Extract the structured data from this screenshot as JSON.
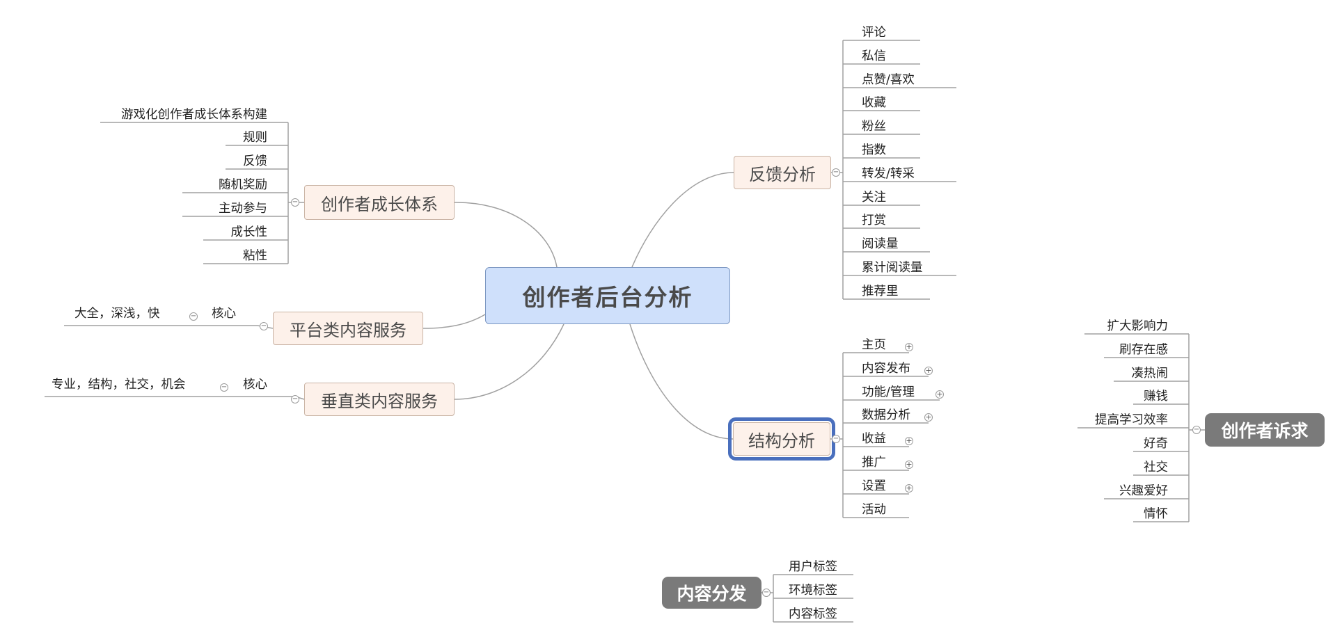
{
  "root": {
    "label": "创作者后台分析"
  },
  "branches": {
    "growth": {
      "label": "创作者成长体系",
      "children": [
        "游戏化创作者成长体系构建",
        "规则",
        "反馈",
        "随机奖励",
        "主动参与",
        "成长性",
        "粘性"
      ]
    },
    "platform": {
      "label": "平台类内容服务",
      "child": "核心",
      "grandchild": "大全，深浅，快"
    },
    "vertical": {
      "label": "垂直类内容服务",
      "child": "核心",
      "grandchild": "专业，结构，社交，机会"
    },
    "feedback": {
      "label": "反馈分析",
      "children": [
        "评论",
        "私信",
        "点赞/喜欢",
        "收藏",
        "粉丝",
        "指数",
        "转发/转采",
        "关注",
        "打赏",
        "阅读量",
        "累计阅读量",
        "推荐里"
      ]
    },
    "structure": {
      "label": "结构分析",
      "children": [
        {
          "label": "主页",
          "expandable": true
        },
        {
          "label": "内容发布",
          "expandable": true
        },
        {
          "label": "功能/管理",
          "expandable": true
        },
        {
          "label": "数据分析",
          "expandable": true
        },
        {
          "label": "收益",
          "expandable": true
        },
        {
          "label": "推广",
          "expandable": true
        },
        {
          "label": "设置",
          "expandable": true
        },
        {
          "label": "活动",
          "expandable": false
        }
      ]
    }
  },
  "floating": {
    "appeal": {
      "label": "创作者诉求",
      "children": [
        "扩大影响力",
        "刷存在感",
        "凑热闹",
        "赚钱",
        "提高学习效率",
        "好奇",
        "社交",
        "兴趣爱好",
        "情怀"
      ]
    },
    "distribution": {
      "label": "内容分发",
      "children": [
        "用户标签",
        "环境标签",
        "内容标签"
      ]
    }
  },
  "colors": {
    "root_fill": "#cfe0fb",
    "branch_fill": "#fdf1ea",
    "floating_fill": "#7a7a7a",
    "selection": "#4a6fbd",
    "connector": "#a0a0a0"
  },
  "icons": {
    "collapse": "collapse-toggle-icon",
    "expand": "expand-toggle-icon"
  }
}
